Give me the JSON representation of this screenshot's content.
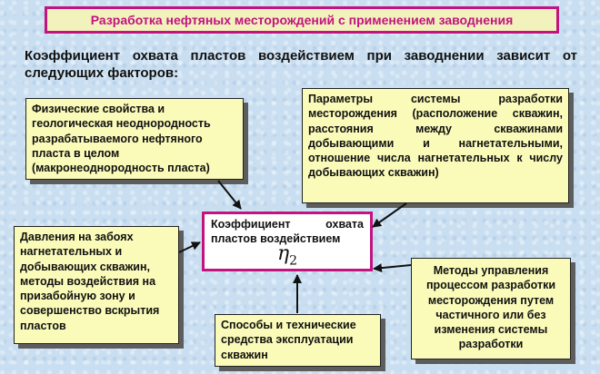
{
  "title": "Разработка нефтяных месторождений с применением заводнения",
  "subtitle": "Коэффициент охвата пластов воздействием при заводнении  зависит от следующих факторов:",
  "factors": {
    "physical": "Физические свойства и геологическая неоднородность разрабатываемого нефтяного пласта в целом (макронеоднородность пласта)",
    "system": "Параметры системы разработки месторождения (расположение скважин, расстояния между скважинами добывающими и нагнетательными, отношение числа нагнетательных к числу добывающих скважин)",
    "pressure": "Давления на забоях нагнетательных и добывающих скважин, методы воздействия на призабойную зону и совершенство вскрытия пластов",
    "methods": "Методы управления процессом разработки месторождения путем частичного или без изменения системы разработки",
    "means": "Способы и технические средства эксплуатации скважин"
  },
  "center": {
    "label": "Коэффициент охвата пластов воздействием",
    "symbol": "η",
    "symbol_sub": "2"
  },
  "colors": {
    "accent": "#c2137e",
    "box_fill": "#fafab9",
    "background": "#c9dff1"
  }
}
